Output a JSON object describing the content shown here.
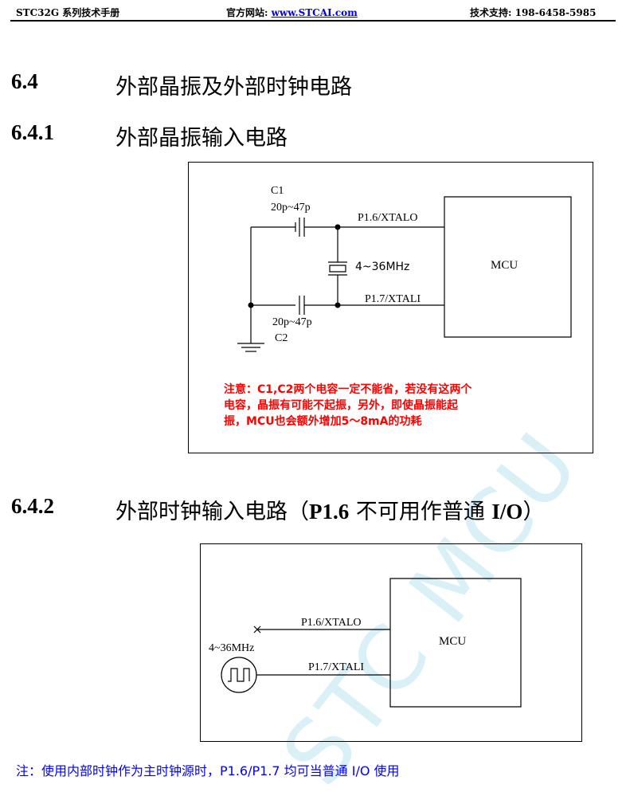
{
  "header": {
    "left": "STC32G 系列技术手册",
    "center_label": "官方网站: ",
    "center_link": "www.STCAI.com",
    "right": "技术支持: 198-6458-5985"
  },
  "sections": {
    "s64": {
      "number": "6.4",
      "title": "外部晶振及外部时钟电路"
    },
    "s641": {
      "number": "6.4.1",
      "title": "外部晶振输入电路"
    },
    "s642": {
      "number": "6.4.2",
      "title_pre": "外部时钟输入电路（",
      "title_bold": "P1.6",
      "title_post": " 不可用作普通 ",
      "title_bold2": "I/O",
      "title_end": "）"
    }
  },
  "diagram1": {
    "c1_name": "C1",
    "c1_value": "20p~47p",
    "c2_value": "20p~47p",
    "c2_name": "C2",
    "crystal_freq": "4~36MHz",
    "pin_xtalo": "P1.6/XTALO",
    "pin_xtali": "P1.7/XTALI",
    "mcu": "MCU",
    "warning_lines": [
      "注意：C1,C2两个电容一定不能省，若没有这两个",
      "电容，晶振有可能不起振，另外，即使晶振能起",
      "振，MCU也会额外增加5～8mA的功耗"
    ]
  },
  "diagram2": {
    "osc_freq": "4~36MHz",
    "pin_xtalo": "P1.6/XTALO",
    "pin_xtali": "P1.7/XTALI",
    "mcu": "MCU"
  },
  "watermark": "STC MCU",
  "footer_note": "注：使用内部时钟作为主时钟源时，P1.6/P1.7 均可当普通 I/O 使用"
}
